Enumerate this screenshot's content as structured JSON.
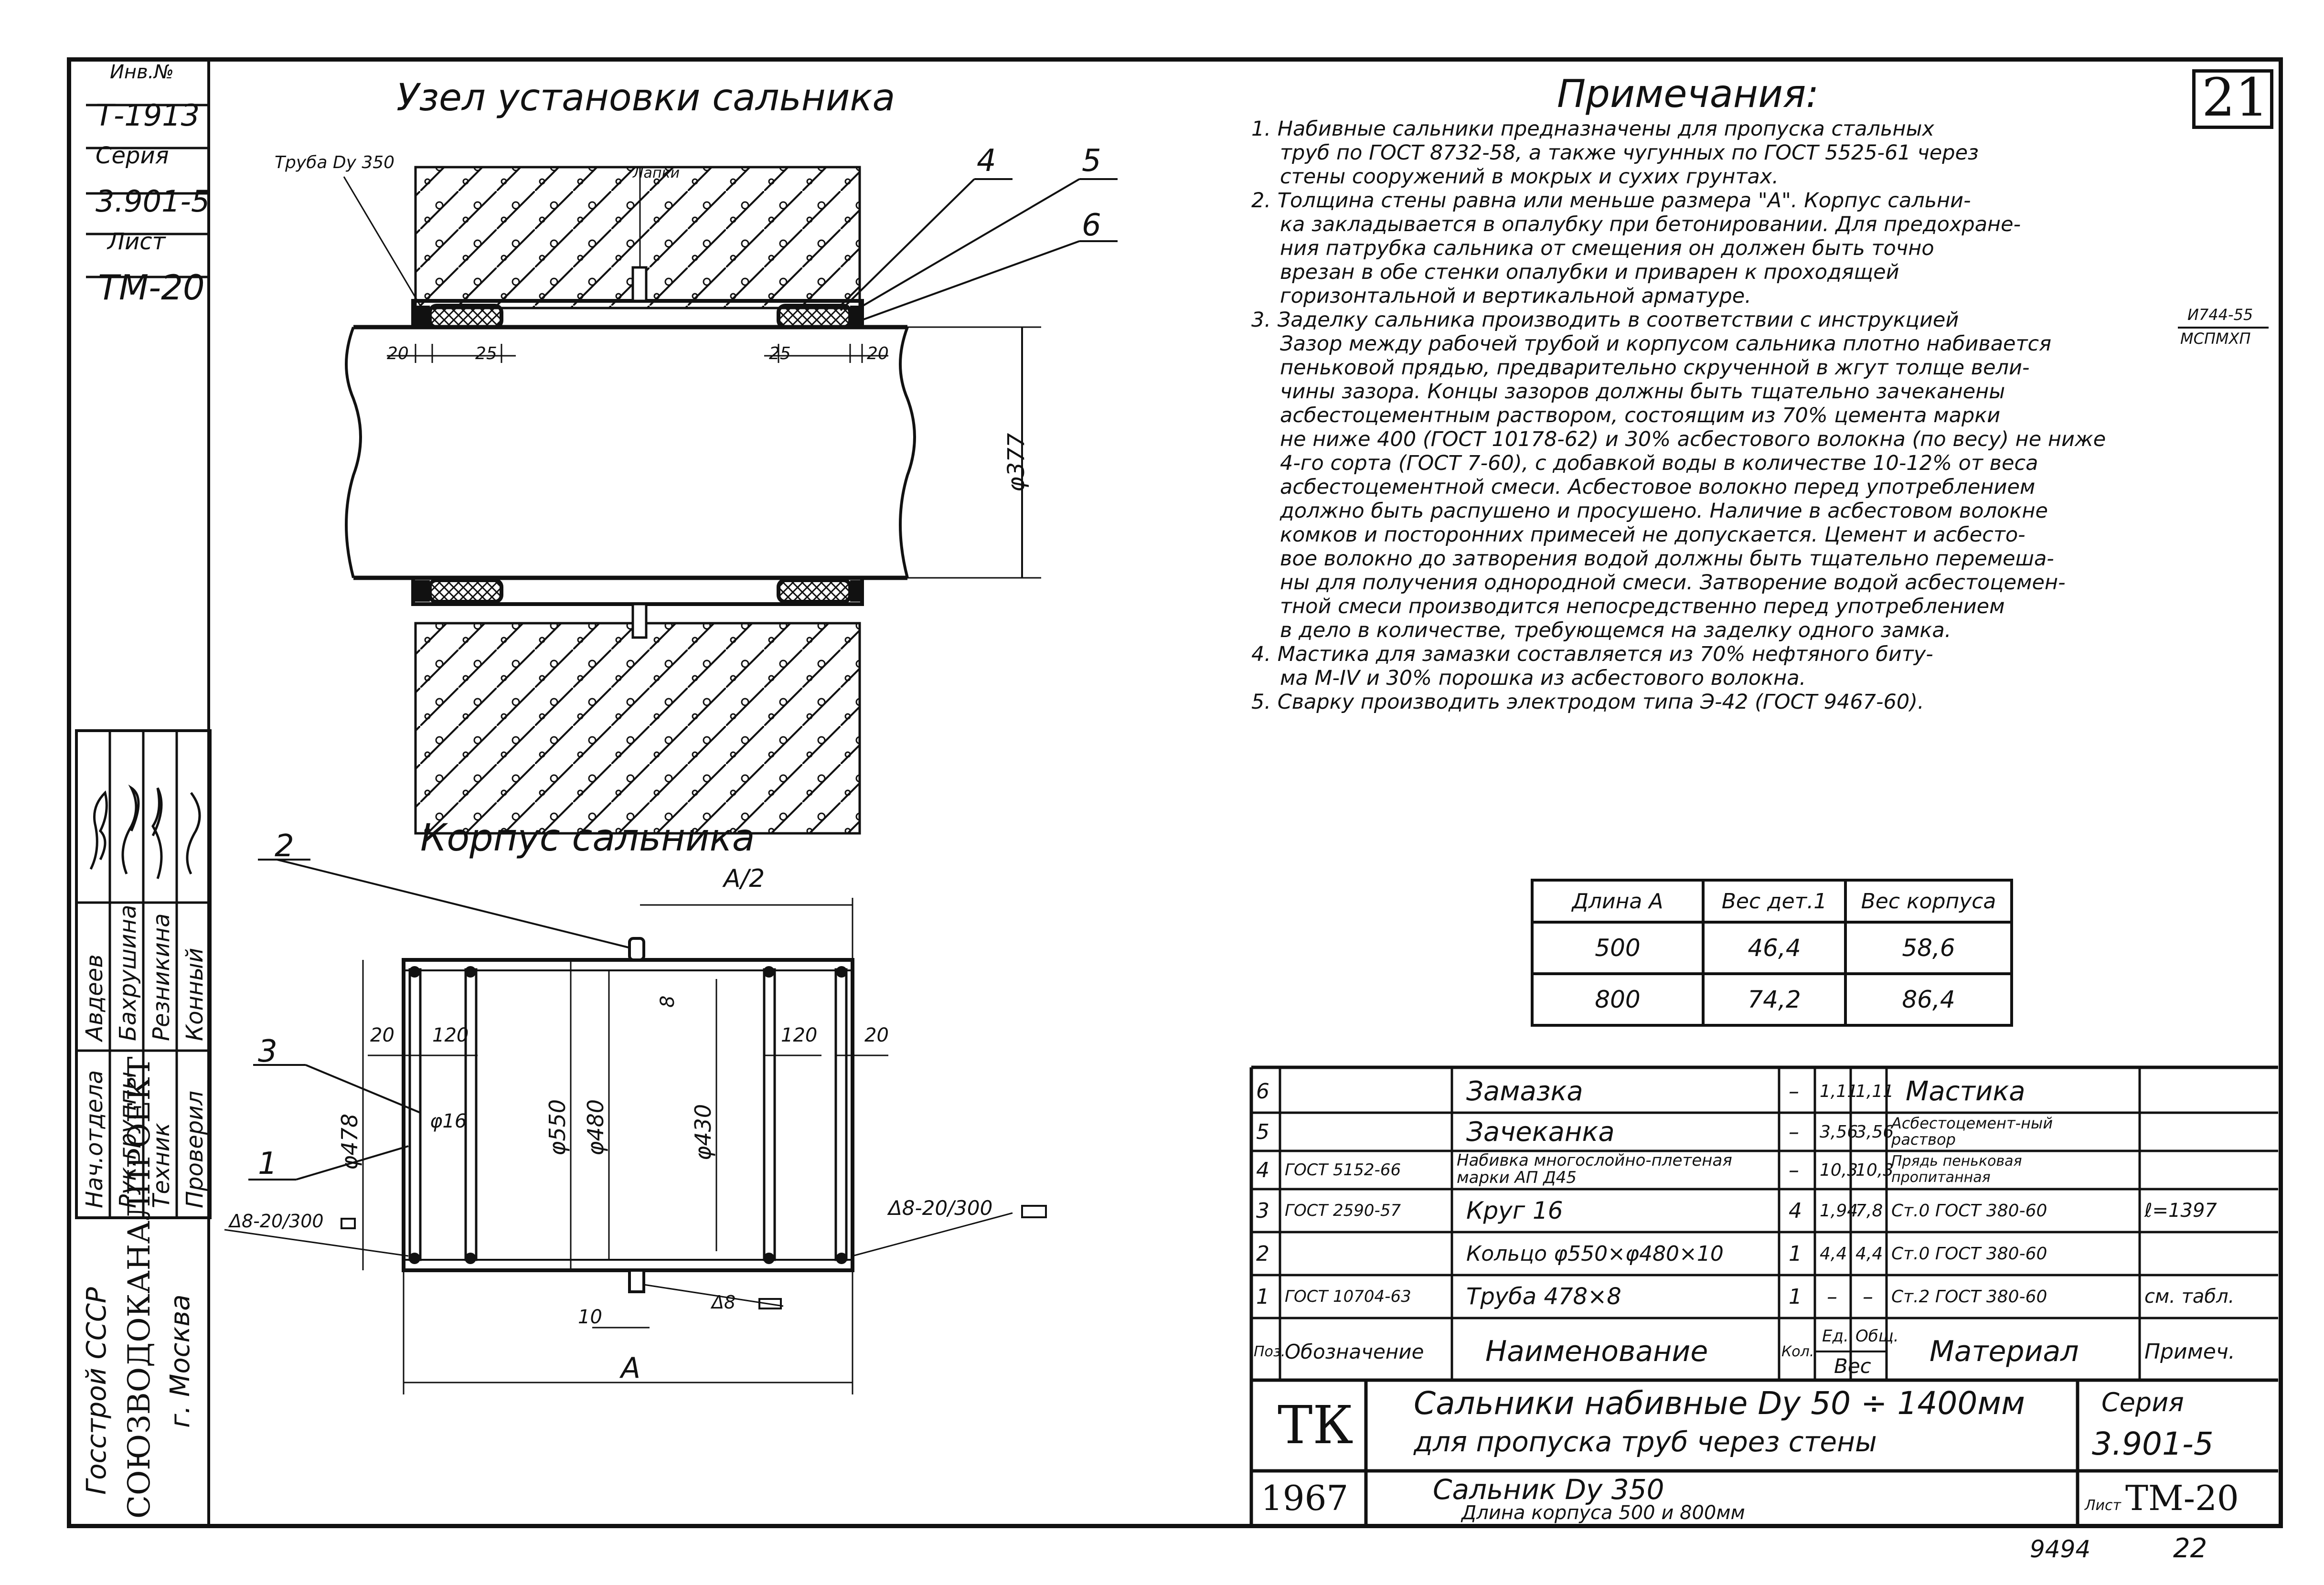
{
  "sheet": {
    "sheet_number": "21",
    "bottom_numbers": [
      "9494",
      "22"
    ]
  },
  "left_stamp": {
    "inv_label": "Инв.№",
    "inv_value": "Т-1913",
    "series_label": "Серия",
    "series_value": "3.901-5",
    "sheet_label": "Лист",
    "sheet_value": "ТМ-20",
    "org_line1": "Госстрой СССР",
    "org_line2": "СОЮЗВОДОКАНАЛПРОЕКТ",
    "org_line3": "г. Москва",
    "roles": [
      "Нач.отдела",
      "Рук.группы",
      "Техник",
      "Проверил"
    ],
    "names": [
      "Авдеев",
      "Бахрушина",
      "Резникина",
      "Конный"
    ]
  },
  "drawing1": {
    "title": "Узел установки сальника",
    "pipe_label": "Труба Dу 350",
    "leaders": [
      "4",
      "5",
      "6"
    ],
    "dims": [
      "20",
      "25",
      "25",
      "20"
    ],
    "diameter": "φ377",
    "weld_label": "Лапки"
  },
  "drawing2": {
    "title": "Корпус сальника",
    "leaders": [
      "2",
      "3",
      "1"
    ],
    "top_dim": "A/2",
    "bottom_dim": "A",
    "dims_left": [
      "20",
      "120"
    ],
    "dims_right": [
      "120",
      "20"
    ],
    "diameters": [
      "φ478",
      "φ16",
      "φ550",
      "φ480",
      "φ430"
    ],
    "small_dims": [
      "8",
      "10"
    ],
    "weld_marks": [
      "Δ8-20/300",
      "Δ8-20/300",
      "Δ8"
    ]
  },
  "notes": {
    "title": "Примечания:",
    "lines": [
      "1. Набивные сальники предназначены для пропуска стальных",
      "труб по ГОСТ 8732-58, а также чугунных по ГОСТ 5525-61 через",
      "стены сооружений в мокрых и сухих грунтах.",
      "2. Толщина стены равна или меньше размера \"А\". Корпус сальни-",
      "ка закладывается в опалубку при бетонировании. Для предохране-",
      "ния патрубка сальника от смещения он должен быть точно",
      "врезан в обе стенки опалубки и приварен к проходящей",
      "горизонтальной и вертикальной арматуре.",
      "3. Заделку сальника производить в соответствии с инструкцией",
      "Зазор между рабочей трубой и корпусом сальника плотно набивается",
      "пеньковой прядью, предварительно скрученной в жгут толще вели-",
      "чины зазора. Концы зазоров должны быть тщательно зачеканены",
      "асбестоцементным раствором, состоящим из 70% цемента марки",
      "не ниже 400 (ГОСТ 10178-62) и 30% асбестового волокна (по весу) не ниже",
      "4-го сорта (ГОСТ 7-60), с добавкой воды в количестве 10-12% от веса",
      "асбестоцементной смеси. Асбестовое волокно перед употреблением",
      "должно быть распушено и просушено. Наличие в асбестовом волокне",
      "комков и посторонних примесей не допускается. Цемент и асбесто-",
      "вое волокно до затворения водой должны быть тщательно перемеша-",
      "ны для получения однородной смеси. Затворение водой асбестоцемен-",
      "тной смеси производится непосредственно перед употреблением",
      "в дело в количестве, требующемся на заделку одного замка.",
      "4. Мастика для замазки составляется из 70% нефтяного биту-",
      "ма М-IV и 30% порошка из асбестового волокна.",
      "5. Сварку производить электродом типа Э-42 (ГОСТ 9467-60)."
    ],
    "instruction_ref_top": "И744-55",
    "instruction_ref_bottom": "МСПМХП"
  },
  "weight_table": {
    "headers": [
      "Длина А",
      "Вес дет.1",
      "Вес корпуса"
    ],
    "rows": [
      [
        "500",
        "46,4",
        "58,6"
      ],
      [
        "800",
        "74,2",
        "86,4"
      ]
    ]
  },
  "spec_table": {
    "rows": [
      [
        "6",
        "",
        "Замазка",
        "–",
        "1,11",
        "1,11",
        "Мастика",
        ""
      ],
      [
        "5",
        "",
        "Зачеканка",
        "–",
        "3,56",
        "3,56",
        "Асбестоцемент-ный раствор",
        ""
      ],
      [
        "4",
        "ГОСТ 5152-66",
        "Набивка многослойно-плетеная марки АП Д45",
        "–",
        "10,3",
        "10,3",
        "Прядь пеньковая пропитанная",
        ""
      ],
      [
        "3",
        "ГОСТ 2590-57",
        "Круг 16",
        "4",
        "1,94",
        "7,8",
        "Ст.0 ГОСТ 380-60",
        "ℓ=1397"
      ],
      [
        "2",
        "",
        "Кольцо φ550×φ480×10",
        "1",
        "4,4",
        "4,4",
        "Ст.0 ГОСТ 380-60",
        ""
      ],
      [
        "1",
        "ГОСТ 10704-63",
        "Труба 478×8",
        "1",
        "–",
        "–",
        "Ст.2 ГОСТ 380-60",
        "см. табл."
      ]
    ],
    "header": {
      "pos": "Поз.",
      "designation": "Обозначение",
      "name": "Наименование",
      "qty": "Кол.",
      "unit": "Ед.",
      "total": "Общ.",
      "weight": "Вес",
      "material": "Материал",
      "note": "Примеч."
    }
  },
  "title_block": {
    "code": "ТК",
    "year": "1967",
    "title_line1": "Сальники набивные Dу 50 ÷ 1400мм",
    "title_line2": "для пропуска труб через стены",
    "subtitle_line1": "Сальник Dу 350",
    "subtitle_line2": "Длина корпуса 500 и 800мм",
    "series_label": "Серия",
    "series_value": "3.901-5",
    "sheet_label": "Лист",
    "sheet_value": "ТМ-20"
  }
}
